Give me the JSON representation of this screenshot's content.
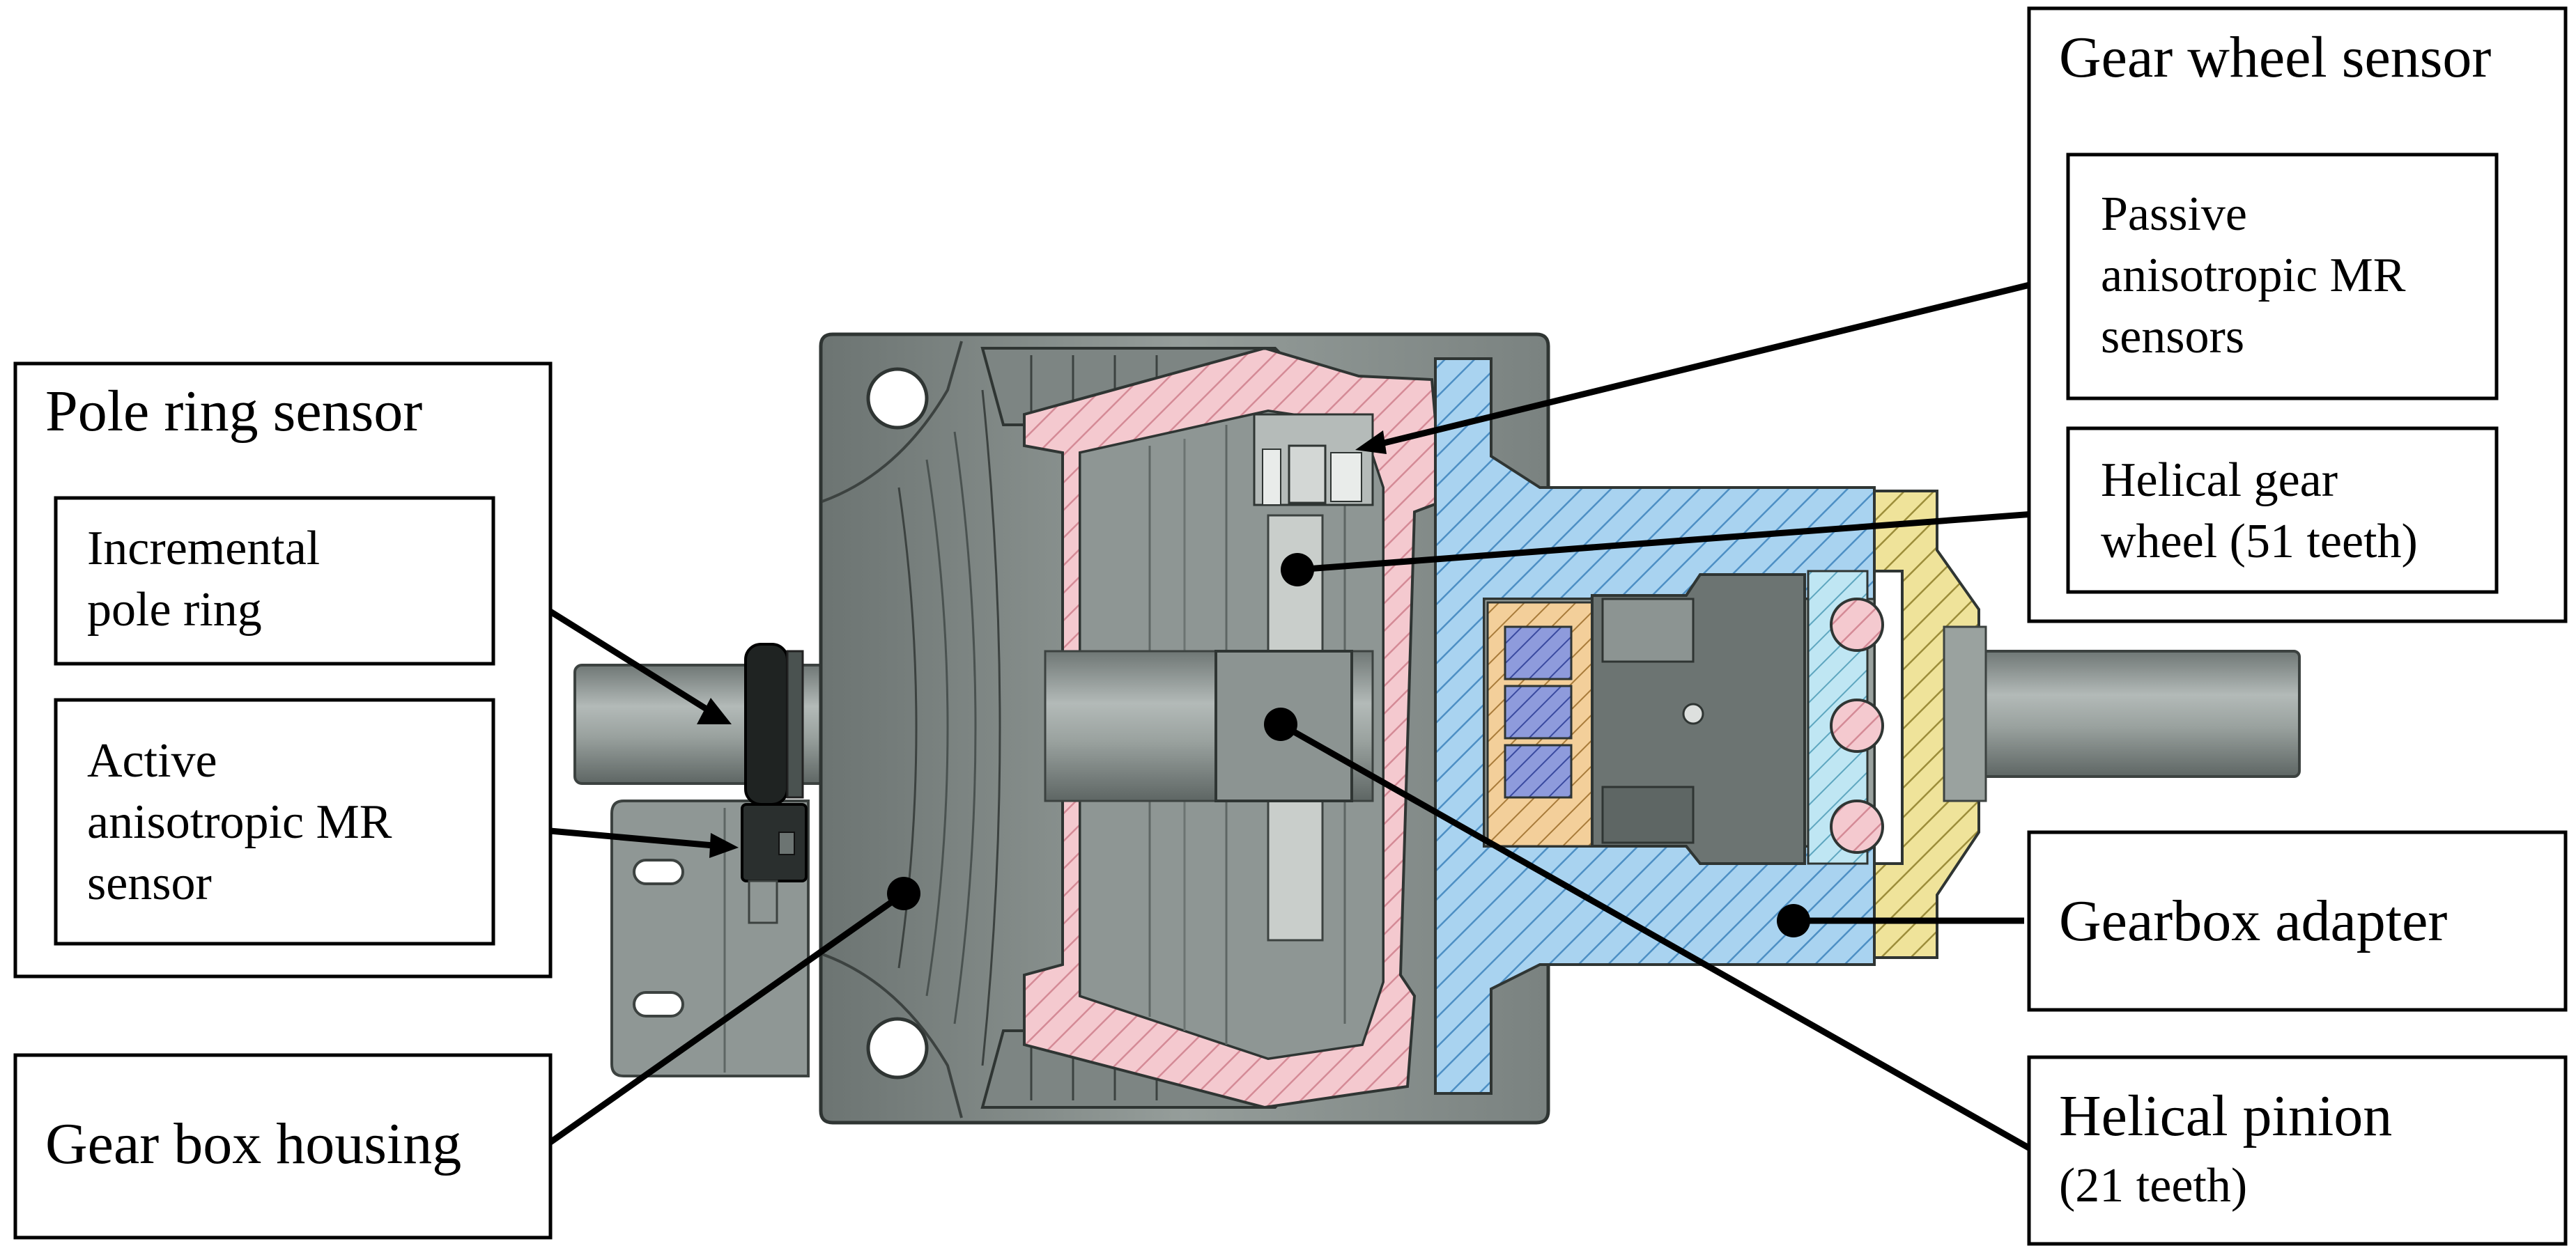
{
  "labels": {
    "pole_ring_sensor": "Pole ring sensor",
    "incremental_pole_ring": [
      "Incremental",
      "pole ring"
    ],
    "active_mr_sensor": [
      "Active",
      "anisotropic MR",
      "sensor"
    ],
    "gear_box_housing": "Gear box housing",
    "gear_wheel_sensor": "Gear wheel sensor",
    "passive_mr_sensors": [
      "Passive",
      "anisotropic MR",
      "sensors"
    ],
    "helical_gear_wheel": [
      "Helical gear",
      "wheel (51 teeth)"
    ],
    "gearbox_adapter": "Gearbox adapter",
    "helical_pinion": [
      "Helical pinion",
      "(21 teeth)"
    ]
  },
  "colors": {
    "housing": "#8a9290",
    "housing_dark": "#5b6361",
    "shaft": "#9aa29f",
    "pink_section": "#f4c9cf",
    "blue_section": "#a9d3f0",
    "yellow_section": "#efe39a",
    "orange_section": "#f3cf9a",
    "light_blue_section": "#bfe6f3",
    "bearing_balls": "#f2c6cc",
    "magnet_blue": "#8e9bdc"
  }
}
